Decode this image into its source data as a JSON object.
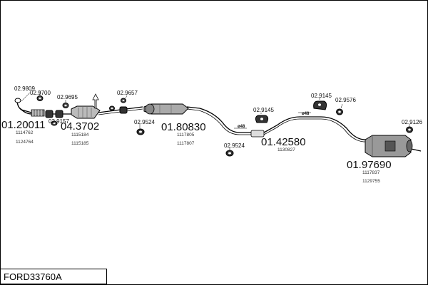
{
  "diagram": {
    "caption": "FORD33760A",
    "part_numbers": {
      "p1": "01.20011",
      "p2": "04.3702",
      "p3": "01.80830",
      "p4": "01.42580",
      "p5": "01.97690"
    },
    "oem_refs": {
      "p1_a": "1114762",
      "p1_b": "1124764",
      "p2_a": "1115184",
      "p2_b": "1115185",
      "p3_a": "1117805",
      "p3_b": "1117807",
      "p4_a": "1130827",
      "p5_a": "1117837",
      "p5_b": "1129755"
    },
    "fittings": {
      "f1": "02.9809",
      "f2": "02.9700",
      "f3": "02.9695",
      "f4": "02.9157",
      "f5": "02.9657",
      "f6": "02.9524",
      "f7": "02.9145",
      "f8": "02.9524",
      "f9": "02.9145",
      "f10": "02.9576",
      "f11": "02.9126"
    },
    "pipe_sizes": {
      "d1": "ø48",
      "d2": "ø48"
    },
    "colors": {
      "line": "#000000",
      "part_fill": "#cfcfcf",
      "part_dark": "#777777"
    }
  }
}
